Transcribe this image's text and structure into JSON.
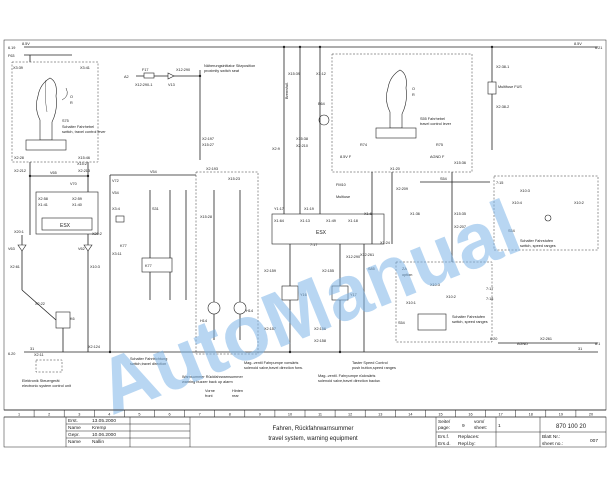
{
  "watermark": "AutoManual",
  "rails": {
    "top_left": "6.19",
    "top_left_v": "8.5V",
    "top_left2": "F63",
    "top_right": "8.5V",
    "top_right_ref": "6.21",
    "bottom_left": "6.20",
    "bottom_left_ref": "31",
    "bottom_right_gnd": "AGND",
    "bottom_right_ref": "8.1",
    "bottom_right_31": "31"
  },
  "labels": {
    "x3_39": "X3:39",
    "x3_41": "X3:41",
    "s75_de": "Schalter Fahrhebel",
    "s75_en": "switch, travel control lever",
    "s75": "S75",
    "x2_28": "X2:28",
    "x15_46": "X15:46",
    "x15_2": "X15:2",
    "x2_212": "X2:212",
    "x2_213": "X2:213",
    "v65": "V65",
    "v70": "V70",
    "x2_58": "X2:58",
    "x1_41": "X1:41",
    "x2_59": "X2:59",
    "x1_40": "X1:40",
    "esx_left": "ESX",
    "x20_1": "X20:1",
    "x20_2": "X20:2",
    "x10_3": "X10:3",
    "v63": "V63",
    "x2_61": "X2:61",
    "v62": "V62",
    "x3_11": "X3:11",
    "k6": "K6",
    "x2_22": "X2:22",
    "x2_124": "X2:124",
    "x2_11": "X2:11",
    "x1_ecu_de": "Elektronik Steuergerät",
    "x1_ecu_en": "electronic system control unit",
    "a2_top": "A2",
    "f17": "F17",
    "v13": "V13",
    "x12_290": "X12:290",
    "x12_290_1": "X12:290-1",
    "prox_de": "Näherungsinitiator Sitzposition",
    "prox_en": "proximity switch seat",
    "x15_39": "X15:39",
    "x1_12": "X1:12",
    "v54": "V54",
    "v72": "V72",
    "x2_193": "X2:193",
    "x15_23": "X15:23",
    "s31": "S31",
    "k77": "K77",
    "x3_4": "X3:4",
    "x2_35": "X2:35",
    "x15_30": "X15:30",
    "x2_197": "X2:197",
    "x15_27": "X15:27",
    "x2_11_k": "X2:11",
    "x15_28": "X15:28",
    "h14": "H14",
    "h14b": "H14",
    "warn_de": "Warnsummer Rückfahrwarnsumme",
    "warn_en": "warning buzzer back up alarm",
    "dir_de": "Schalter Fahrtrichtung",
    "dir_en": "switch,travel direction",
    "warn2_de": "Warnsummer Rückfahrwarnsummer",
    "warn2_en": "warning buzzer back up alarm",
    "vorne": "Vorne",
    "front": "front",
    "hinten": "Hinten",
    "rear": "rear",
    "brake": "Bremsfuß",
    "x2_9": "X2:9",
    "x15_38": "X15:38",
    "x2_210": "X2:210",
    "b64": "B64",
    "y1_17": "Y1:17",
    "x1_19": "X1:19",
    "x1_13": "X1:13",
    "x1_64": "X1:64",
    "x1_49": "X1:49",
    "x1_18": "X1:18",
    "esx_mid": "ESX",
    "y16": "Y16",
    "y17": "Y17",
    "y17_m": "7:17",
    "x2_159": "X2:159",
    "x2_155": "X2:155",
    "x2_157": "X2:157",
    "x2_156": "X2:156",
    "x2_158": "X2:158",
    "sol1_de": "Mag.-ventil Fahrpumpe vorwärts",
    "sol1_en": "solenoid valve,travel direction forw.",
    "sol2_de": "Mag.-ventil. Fahrpumpe rückwärts",
    "sol2_en": "solenoid valve,travel direction backw.",
    "s85": "S85",
    "x12_290b": "X12:290",
    "taster_de": "Taster Speed Control",
    "taster_en": "push button,speed ranges",
    "s55_de": "S55 Fahrhebel",
    "s55_en": "travel control lever",
    "s55": "S55",
    "r74": "R74",
    "r75": "R75",
    "fm10": "FM10",
    "multiuse": "Multiuse",
    "agnd_f": "AGND F",
    "v8_5": "8.5V F",
    "x1_6": "X1:6",
    "x1_36": "X1:36",
    "x1_20": "X1:20",
    "x2_209": "X2:209",
    "x2_210_b": "X2:210",
    "x15_35": "X15:35",
    "x2_207": "X2:207",
    "x2_38_1": "X2:38-1",
    "x2_38_2": "X2:38-2",
    "multi_fus": "Multifuse FUS",
    "s54": "S54",
    "v7_15": "7:15",
    "x10_3b": "X10:3",
    "x10_4": "X10:4",
    "x10_2": "X10:2",
    "x10_1": "X10:1",
    "x10_4b": "X10:4",
    "s54_de": "Schalter Fahrstufen",
    "s54_en": "switch, speed ranges",
    "za_de": "ZA",
    "za_en": "option",
    "x10_3c": "X10:3",
    "x10_2b": "X10:2",
    "x10_1b": "X10:1",
    "s54b": "S54",
    "s54b_de": "Schalter Fahrstufen",
    "s54b_en": "switch, speed ranges",
    "x12_261": "X12:261",
    "x1_24": "X1:24",
    "x1_12b": "X1:12",
    "v7_17": "7:17",
    "v7_18": "7:18",
    "x2_209b": "X2:209",
    "x2_261": "X2:261",
    "x15_36": "X15:36",
    "x15_50": "X15:50",
    "agnd2": "AGND",
    "v6_20": "6:20",
    "v6_1": "6:1",
    "x1_25": "X1:25"
  },
  "titleblock": {
    "erst_label": "Erst.",
    "erst_date": "13.05.2000",
    "name_label": "Name",
    "name_val": "Kremp",
    "gepr_label": "Gepr.",
    "gepr_date": "10.06.2000",
    "name2_label": "Name",
    "name2_val": "Nallin",
    "title_de": "Fahren, Rückfahrwarnsummer",
    "title_en": "travel system, warning equipment",
    "seite_label": "Seite/",
    "page_label": "page:",
    "page_val": "9",
    "vom_label": "vom/",
    "sheet_label": "sheet:",
    "sheet_val": "1",
    "doc_no": "870 100 20",
    "ers_label": "Ers.f.",
    "repl_label": "Replaces:",
    "ers_d_label": "Ers.d.",
    "repl2_label": "Repl.by:",
    "blatt_label": "Blatt Nr.:",
    "sheetno_label": "sheet no.:",
    "sheetno_val": "007",
    "cols": [
      "1",
      "2",
      "3",
      "4",
      "5",
      "6",
      "7",
      "8",
      "9",
      "10",
      "11",
      "12",
      "13",
      "14",
      "15",
      "16",
      "17",
      "18",
      "19",
      "20"
    ]
  }
}
